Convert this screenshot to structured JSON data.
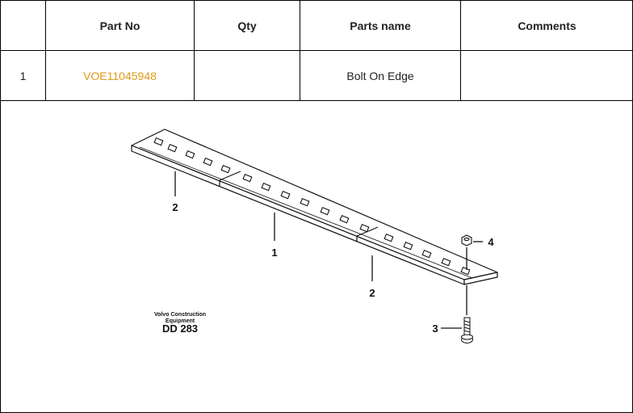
{
  "table": {
    "headers": {
      "index": "",
      "part_no": "Part No",
      "qty": "Qty",
      "parts_name": "Parts name",
      "comments": "Comments"
    },
    "rows": [
      {
        "index": "1",
        "part_no": "VOE11045948",
        "qty": "",
        "parts_name": "Bolt On Edge",
        "comments": ""
      }
    ]
  },
  "diagram": {
    "callouts": {
      "edge_left": "2",
      "edge_center": "1",
      "edge_right": "2",
      "bolt": "3",
      "nut": "4"
    },
    "brand_line1": "Volvo Construction",
    "brand_line2": "Equipment",
    "drawing_code": "DD 283"
  },
  "colors": {
    "link": "#e09a1a",
    "border": "#000000"
  }
}
